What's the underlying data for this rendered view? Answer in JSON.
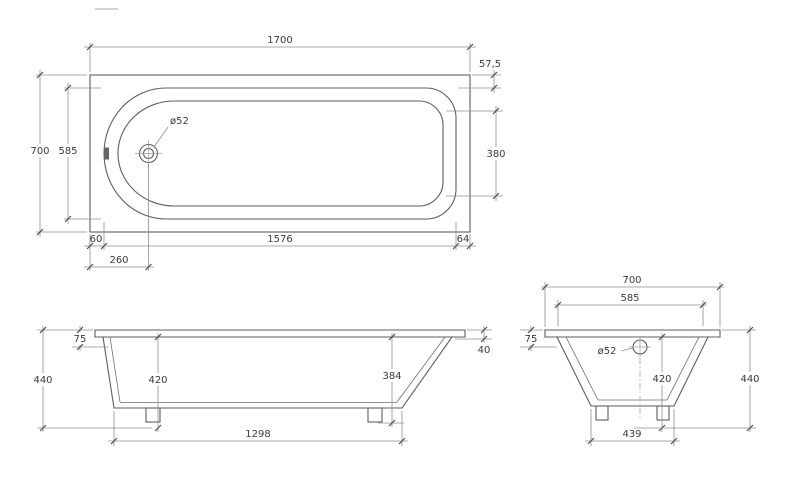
{
  "drawing": {
    "type": "technical-drawing-bathtub",
    "top_view": {
      "length": "1700",
      "width": "700",
      "rim_width": "585",
      "right_inner": "380",
      "rim_offset": "57,5",
      "drain": "ø52",
      "left_gap": "60",
      "rim_length": "1576",
      "right_gap": "64",
      "drain_offset": "260"
    },
    "front_view": {
      "rim_height": "75",
      "height": "440",
      "inner_depth": "420",
      "right_depth": "384",
      "edge": "40",
      "base_length": "1298"
    },
    "end_view": {
      "width": "700",
      "rim_width": "585",
      "rim_height": "75",
      "drain": "ø52",
      "inner_depth": "420",
      "height": "440",
      "base_width": "439"
    }
  }
}
